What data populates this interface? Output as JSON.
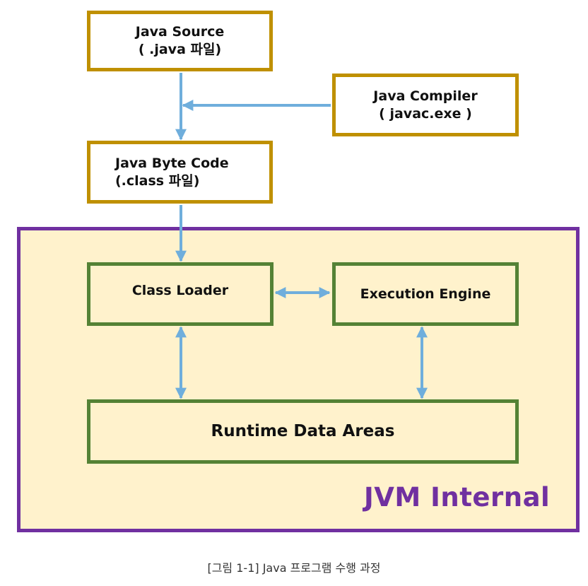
{
  "diagram": {
    "colors": {
      "external_border": "#BF9000",
      "internal_border": "#548235",
      "container_border": "#7030A0",
      "container_fill": "#FFF2CC",
      "arrow": "#6FAEDC"
    },
    "nodes": {
      "java_source": {
        "line1": "Java Source",
        "line2": "( .java 파일)"
      },
      "java_compiler": {
        "line1": "Java Compiler",
        "line2": "( javac.exe )"
      },
      "byte_code": {
        "line1": "Java Byte Code",
        "line2": "(.class 파일)"
      },
      "class_loader": {
        "label": "Class Loader"
      },
      "execution_engine": {
        "label": "Execution Engine"
      },
      "runtime_data_areas": {
        "label": "Runtime Data Areas"
      }
    },
    "container": {
      "label": "JVM Internal"
    },
    "edges": [
      {
        "from": "java_source",
        "to": "byte_code",
        "type": "one-way"
      },
      {
        "from": "java_compiler",
        "to": "java_source-byte_code-edge",
        "type": "one-way"
      },
      {
        "from": "byte_code",
        "to": "class_loader",
        "type": "one-way"
      },
      {
        "from": "class_loader",
        "to": "execution_engine",
        "type": "two-way"
      },
      {
        "from": "class_loader",
        "to": "runtime_data_areas",
        "type": "two-way"
      },
      {
        "from": "execution_engine",
        "to": "runtime_data_areas",
        "type": "two-way"
      }
    ]
  },
  "caption": "[그림 1-1] Java 프로그램 수행 과정"
}
